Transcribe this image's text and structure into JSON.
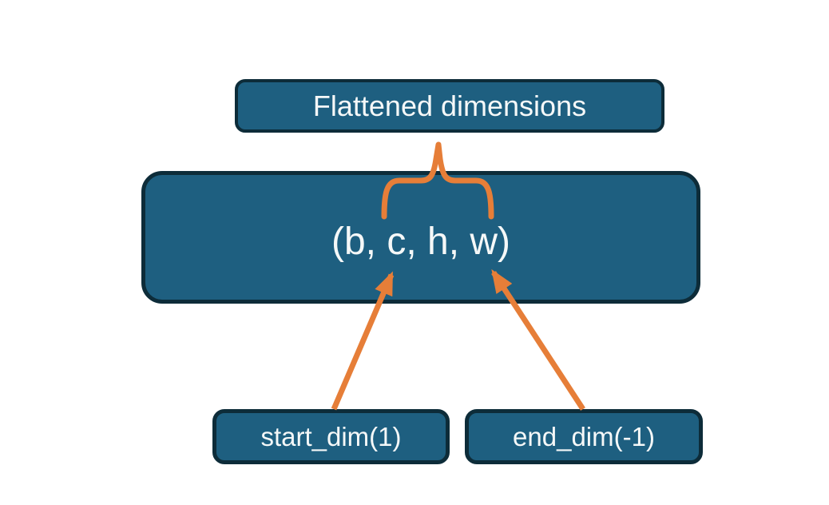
{
  "diagram": {
    "title": "Flatten dimensions diagram",
    "colors": {
      "box_fill": "#1e5f80",
      "box_border": "#0d2c39",
      "connector_orange": "#e67e38",
      "text": "#f5f8f8",
      "background": "#ffffff"
    },
    "flattened_box": {
      "label": "Flattened dimensions"
    },
    "shape_box": {
      "label": "(b, c, h, w)"
    },
    "start_dim_box": {
      "label": "start_dim(1)"
    },
    "end_dim_box": {
      "label": "end_dim(-1)"
    }
  }
}
